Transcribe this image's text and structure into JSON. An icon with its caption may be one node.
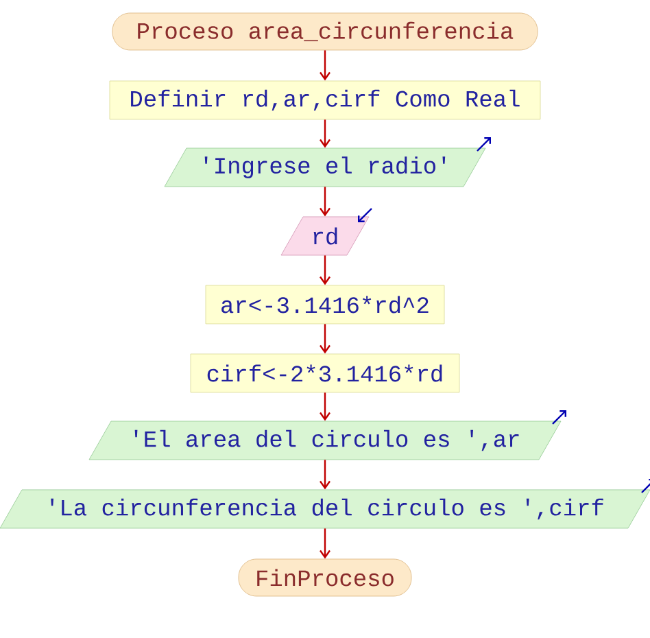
{
  "diagram": {
    "nodes": [
      {
        "text": [
          "Proceso area_circunferencia"
        ]
      },
      {
        "text": [
          "Definir rd,ar,cirf Como Real"
        ]
      },
      {
        "text": [
          "'Ingrese el radio'"
        ]
      },
      {
        "text": [
          "rd"
        ]
      },
      {
        "text": [
          "ar<-3.1416*rd^2"
        ]
      },
      {
        "text": [
          "cirf<-2*3.1416*rd"
        ]
      },
      {
        "text": [
          "'El area del circulo es ',ar"
        ]
      },
      {
        "text": [
          "'La circunferencia del circulo es ',cirf"
        ]
      },
      {
        "text": [
          "FinProceso"
        ]
      }
    ],
    "edges": [
      {
        "from": 0,
        "to": 1,
        "arrow": "to"
      },
      {
        "from": 1,
        "to": 2,
        "arrow": "to"
      },
      {
        "from": 2,
        "to": 3,
        "arrow": "to"
      },
      {
        "from": 3,
        "to": 4,
        "arrow": "to"
      },
      {
        "from": 4,
        "to": 5,
        "arrow": "to"
      },
      {
        "from": 5,
        "to": 6,
        "arrow": "to"
      },
      {
        "from": 6,
        "to": 7,
        "arrow": "to"
      },
      {
        "from": 7,
        "to": 8,
        "arrow": "to"
      }
    ]
  }
}
